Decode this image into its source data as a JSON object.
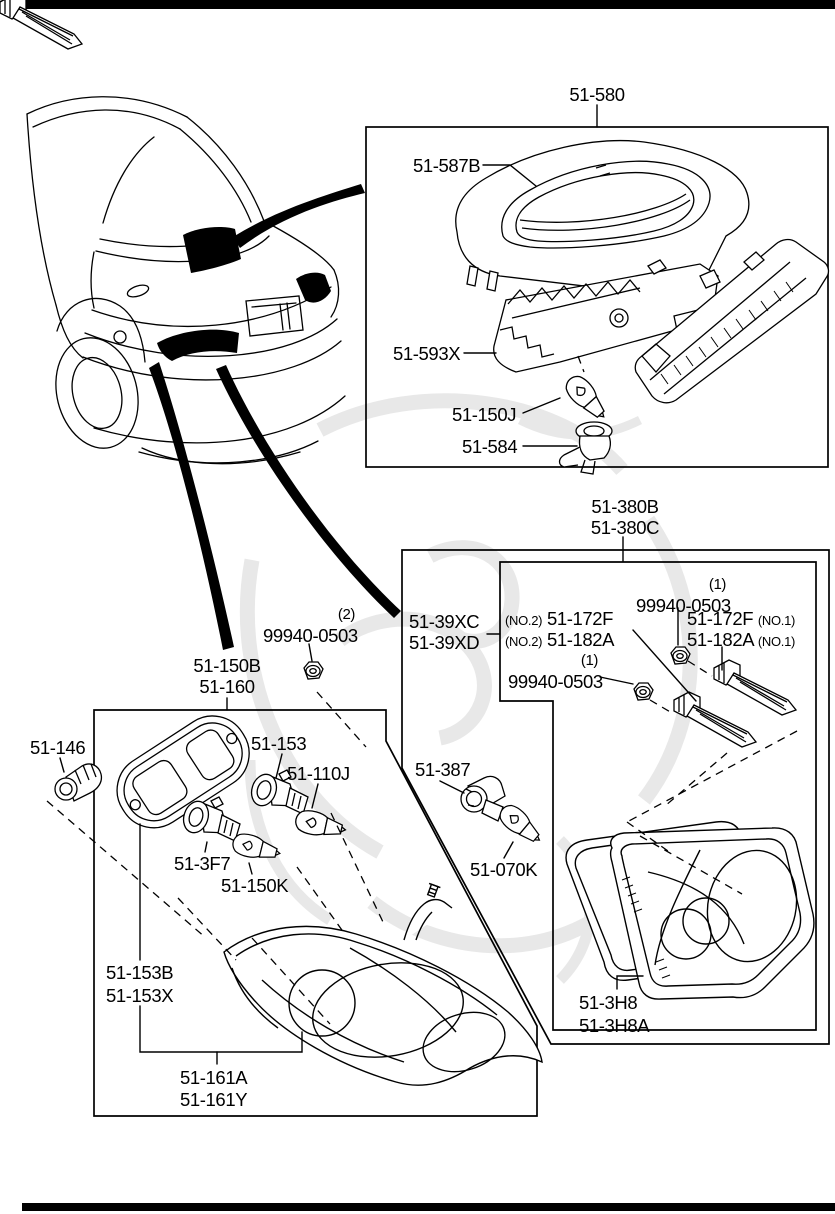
{
  "colors": {
    "ink": "#000000",
    "paper": "#ffffff",
    "watermark": "#d9d9d9"
  },
  "callouts": {
    "c580": {
      "l1": "51-580"
    },
    "c587B": {
      "l1": "51-587B"
    },
    "c593X": {
      "l1": "51-593X"
    },
    "c150J": {
      "l1": "51-150J"
    },
    "c584": {
      "l1": "51-584"
    },
    "c380": {
      "l1": "51-380B",
      "l2": "51-380C"
    },
    "c39X": {
      "l1": "51-39XC",
      "l2": "51-39XD"
    },
    "cNut2": {
      "qty": "(2)",
      "l1": "99940-0503"
    },
    "cNut1a": {
      "qty": "(1)",
      "l1": "99940-0503"
    },
    "cNut1b": {
      "qty": "(1)",
      "l1": "99940-0503"
    },
    "c150B": {
      "l1": "51-150B",
      "l2": "51-160"
    },
    "cNo2": {
      "note": "(NO.2)",
      "l1": "51-172F",
      "l2": "51-182A"
    },
    "cNo1": {
      "note": "(NO.1)",
      "l1": "51-172F",
      "l2": "51-182A"
    },
    "c146": {
      "l1": "51-146"
    },
    "c153": {
      "l1": "51-153"
    },
    "c110J": {
      "l1": "51-110J"
    },
    "c387": {
      "l1": "51-387"
    },
    "c3F7": {
      "l1": "51-3F7"
    },
    "c150K": {
      "l1": "51-150K"
    },
    "c070K": {
      "l1": "51-070K"
    },
    "c153BX": {
      "l1": "51-153B",
      "l2": "51-153X"
    },
    "c161AY": {
      "l1": "51-161A",
      "l2": "51-161Y"
    },
    "c3H8": {
      "l1": "51-3H8",
      "l2": "51-3H8A"
    }
  }
}
